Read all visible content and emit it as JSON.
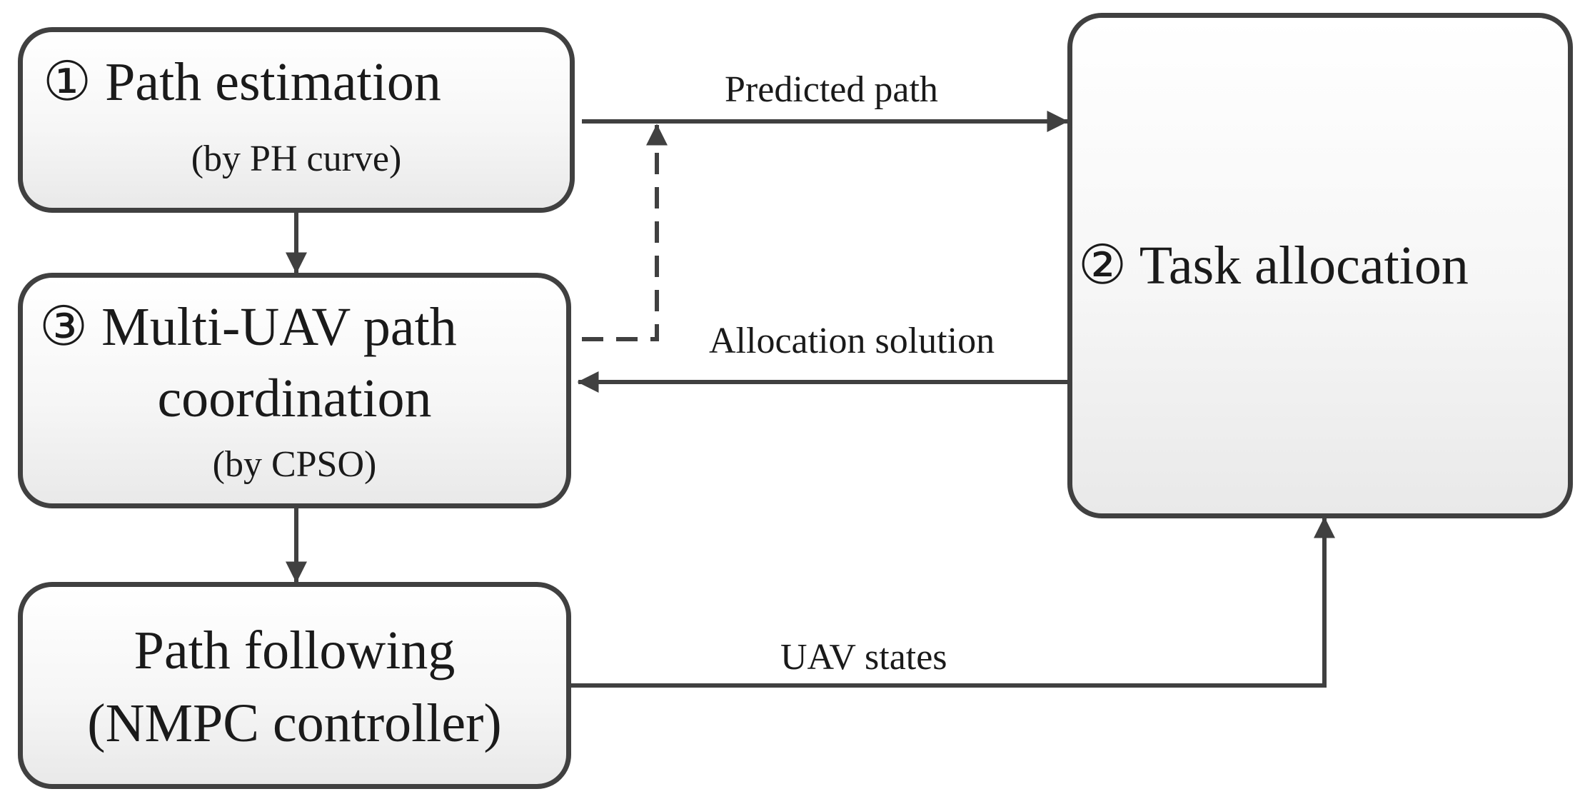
{
  "nodes": {
    "path_estimation": {
      "title": "① Path estimation",
      "subtitle": "(by PH curve)"
    },
    "task_allocation": {
      "title": "② Task allocation"
    },
    "path_coordination": {
      "title_line1": "③ Multi-UAV path",
      "title_line2": "coordination",
      "subtitle": "(by CPSO)"
    },
    "path_following": {
      "title_line1": "Path following",
      "title_line2": "(NMPC controller)"
    }
  },
  "edges": {
    "predicted_path": "Predicted path",
    "allocation_solution": "Allocation solution",
    "uav_states": "UAV states"
  },
  "colors": {
    "stroke": "#404040",
    "text": "#1a1a1a",
    "box_fill_top": "#ffffff",
    "box_fill_bottom": "#e9e9e9"
  }
}
